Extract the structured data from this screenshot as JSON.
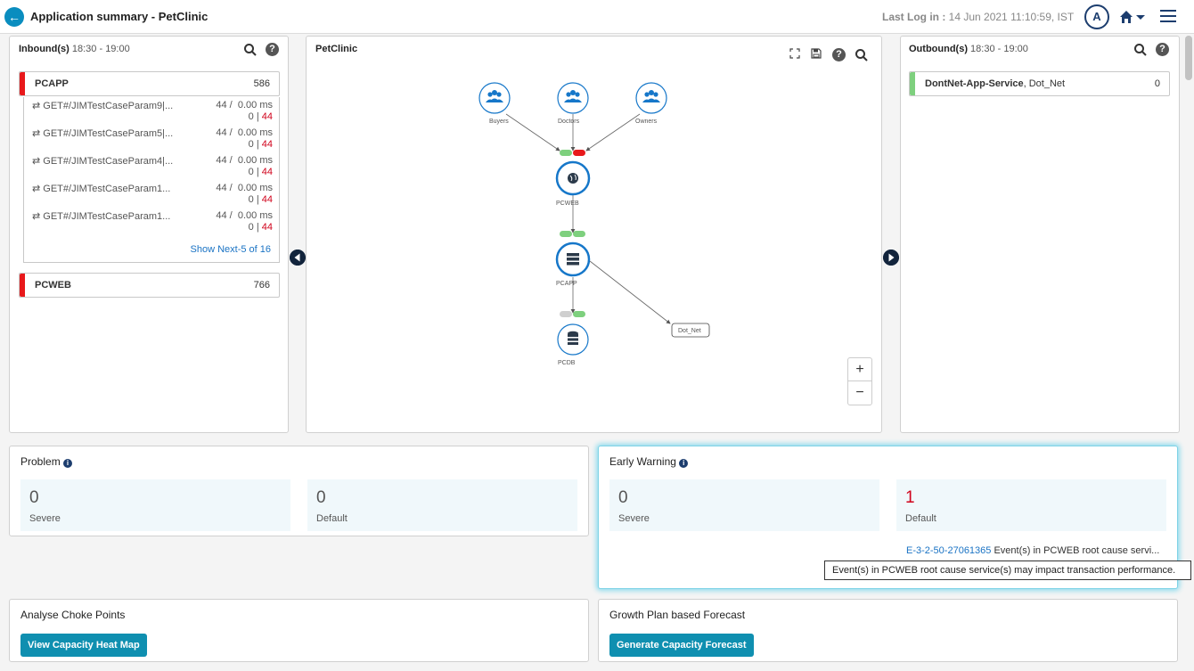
{
  "header": {
    "title": "Application summary - PetClinic",
    "last_log_label": "Last Log in :",
    "last_log_value": "14 Jun 2021 11:10:59, IST",
    "avatar_initial": "A"
  },
  "inbound": {
    "title": "Inbound(s)",
    "time": "18:30 - 19:00",
    "services": [
      {
        "name": "PCAPP",
        "count": "586",
        "status_color": "#e8191b"
      },
      {
        "name": "PCWEB",
        "count": "766",
        "status_color": "#e8191b"
      }
    ],
    "transactions": [
      {
        "name": "GET#/JIMTestCaseParam9|...",
        "calls": "44 /",
        "time": "0.00 ms",
        "a": "0",
        "b": "44"
      },
      {
        "name": "GET#/JIMTestCaseParam5|...",
        "calls": "44 /",
        "time": "0.00 ms",
        "a": "0",
        "b": "44"
      },
      {
        "name": "GET#/JIMTestCaseParam4|...",
        "calls": "44 /",
        "time": "0.00 ms",
        "a": "0",
        "b": "44"
      },
      {
        "name": "GET#/JIMTestCaseParam1...",
        "calls": "44 /",
        "time": "0.00 ms",
        "a": "0",
        "b": "44"
      },
      {
        "name": "GET#/JIMTestCaseParam1...",
        "calls": "44 /",
        "time": "0.00 ms",
        "a": "0",
        "b": "44"
      }
    ],
    "show_next": "Show Next-5 of 16"
  },
  "topology": {
    "title": "PetClinic",
    "nodes": {
      "buyers": "Buyers",
      "doctors": "Doctors",
      "owners": "Owners",
      "pcweb": "PCWEB",
      "pcapp": "PCAPP",
      "pcdb": "PCDB",
      "dotnet": "Dot_Net"
    },
    "zoom_in": "+",
    "zoom_out": "−"
  },
  "outbound": {
    "title": "Outbound(s)",
    "time": "18:30 - 19:00",
    "services": [
      {
        "name": "DontNet-App-Service",
        "tech": ", Dot_Net",
        "count": "0",
        "status_color": "#7ed07e"
      }
    ]
  },
  "problem": {
    "title": "Problem",
    "severe_count": "0",
    "severe_label": "Severe",
    "default_count": "0",
    "default_label": "Default"
  },
  "early_warning": {
    "title": "Early Warning",
    "severe_count": "0",
    "severe_label": "Severe",
    "default_count": "1",
    "default_label": "Default",
    "event_id": "E-3-2-50-27061365",
    "event_text": "Event(s) in PCWEB root cause servi...",
    "tooltip": "Event(s) in PCWEB root cause service(s) may impact transaction performance."
  },
  "choke_points": {
    "title": "Analyse Choke Points",
    "button": "View Capacity Heat Map"
  },
  "forecast": {
    "title": "Growth Plan based Forecast",
    "button": "Generate Capacity Forecast"
  },
  "colors": {
    "accent": "#0f8fb0",
    "critical": "#e8191b",
    "normal": "#7ed07e",
    "node_border": "#1677c9"
  }
}
